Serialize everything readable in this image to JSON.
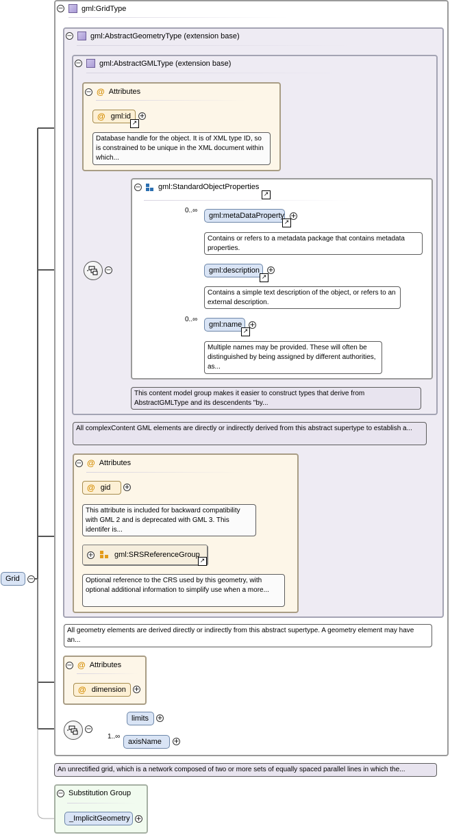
{
  "root": {
    "label": "Grid"
  },
  "gridType": {
    "title": "gml:GridType"
  },
  "abstractGeometryType": {
    "title": "gml:AbstractGeometryType (extension base)"
  },
  "abstractGMLType": {
    "title": "gml:AbstractGMLType (extension base)"
  },
  "gmlAttributes": {
    "title": "Attributes",
    "id": {
      "label": "gml:id",
      "doc": "Database handle for the object. It is of XML type ID, so is constrained to be unique in the XML document within which..."
    }
  },
  "standardObjectProperties": {
    "title": "gml:StandardObjectProperties",
    "items": [
      {
        "label": "gml:metaDataProperty",
        "card": "0..∞",
        "doc": "Contains or refers to a metadata package that contains metadata properties."
      },
      {
        "label": "gml:description",
        "card": "",
        "doc": "Contains a simple text description of the object, or refers to an external description."
      },
      {
        "label": "gml:name",
        "card": "0..∞",
        "doc": "Multiple names may be provided. These will often be distinguished by being assigned by different authorities, as..."
      }
    ],
    "groupDoc": "This content model group makes it easier to construct types that derive from AbstractGMLType and its descendents \"by..."
  },
  "abstractGMLDoc": "All complexContent GML elements are directly or indirectly derived from this abstract supertype to establish a...",
  "geomAttributes": {
    "title": "Attributes",
    "gid": {
      "label": "gid",
      "doc": "This attribute is included for backward compatibility with GML 2 and is deprecated with GML 3. This identifer is..."
    },
    "srs": {
      "label": "gml:SRSReferenceGroup",
      "doc": "Optional reference to the CRS used by this geometry, with optional additional information to simplify use when a more..."
    }
  },
  "abstractGeometryDoc": "All geometry elements are derived directly or indirectly from this abstract supertype. A geometry element may have an...",
  "gridAttributes": {
    "title": "Attributes",
    "dimension": {
      "label": "dimension"
    }
  },
  "gridSequence": {
    "items": [
      {
        "label": "limits",
        "card": ""
      },
      {
        "label": "axisName",
        "card": "1..∞"
      }
    ]
  },
  "gridDoc": "An unrectified grid, which is a network composed of two or more sets of equally spaced parallel lines in which the...",
  "substitutionGroup": {
    "title": "Substitution Group",
    "item": "_ImplicitGeometry"
  },
  "icons": {
    "toggle": "minus-circle-icon",
    "expand": "plus-circle-icon",
    "link": "arrow-link-icon",
    "sequence": "sequence-compositor-icon"
  }
}
